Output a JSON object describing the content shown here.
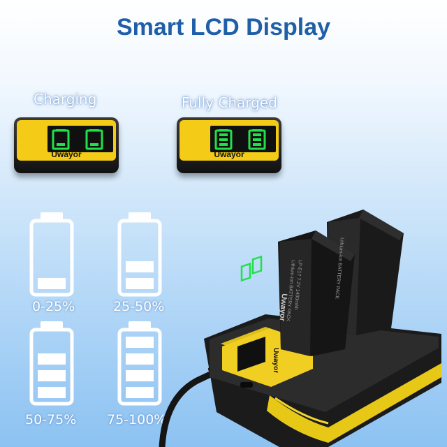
{
  "title": "Smart LCD Display",
  "states": {
    "charging": {
      "label": "Charging",
      "brand": "Uwayor"
    },
    "full": {
      "label": "Fully Charged",
      "brand": "Uwayor"
    }
  },
  "levels": [
    {
      "label": "0-25%",
      "bars_filled": 1
    },
    {
      "label": "25-50%",
      "bars_filled": 2
    },
    {
      "label": "50-75%",
      "bars_filled": 3
    },
    {
      "label": "75-100%",
      "bars_filled": 4
    }
  ],
  "charger": {
    "brand": "Uwayor",
    "battery_text": [
      "Lithium-ion BATTERY PACK",
      "LP-E17  7.2V  1400mAh"
    ]
  },
  "colors": {
    "title": "#1f5fa8",
    "lcd_yellow": "#f4cc18",
    "lcd_green": "#22e04a"
  }
}
